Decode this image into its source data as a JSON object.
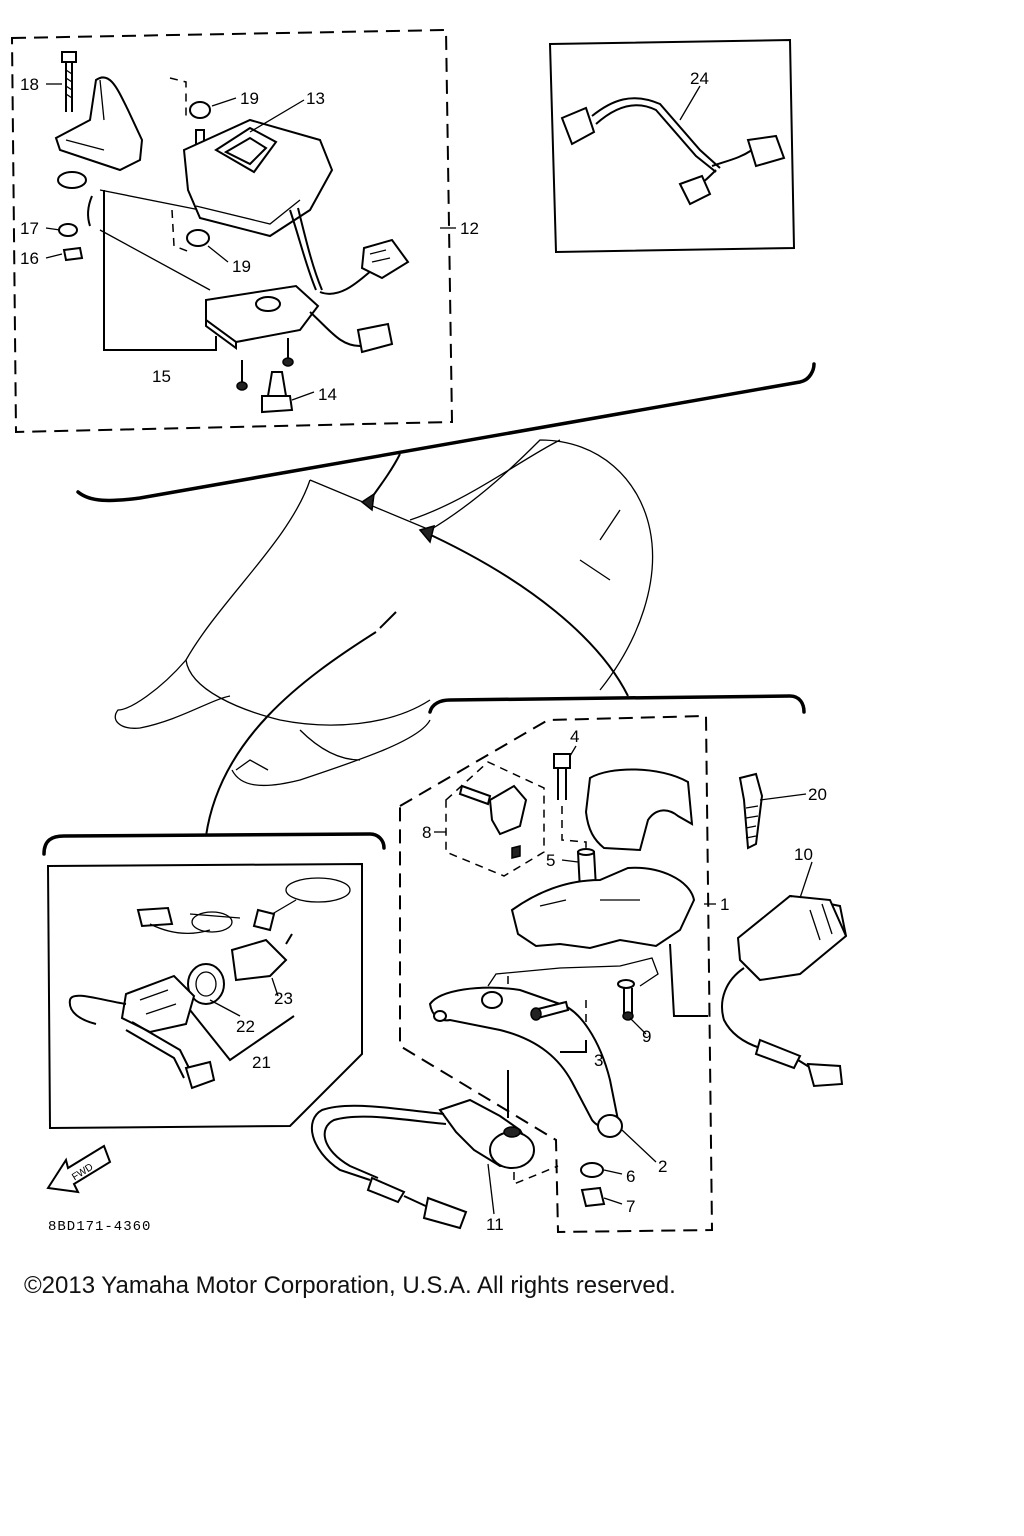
{
  "callouts": {
    "c1": "1",
    "c2": "2",
    "c3": "3",
    "c4": "4",
    "c5": "5",
    "c6": "6",
    "c7": "7",
    "c8": "8",
    "c9": "9",
    "c10": "10",
    "c11": "11",
    "c12": "12",
    "c13": "13",
    "c14": "14",
    "c15": "15",
    "c16": "16",
    "c17": "17",
    "c18": "18",
    "c19a": "19",
    "c19b": "19",
    "c20": "20",
    "c21": "21",
    "c22": "22",
    "c23": "23",
    "c24": "24"
  },
  "fwd_label": "FWD",
  "drawing_code": "8BD171-4360",
  "copyright": "©2013 Yamaha Motor Corporation, U.S.A. All rights reserved."
}
